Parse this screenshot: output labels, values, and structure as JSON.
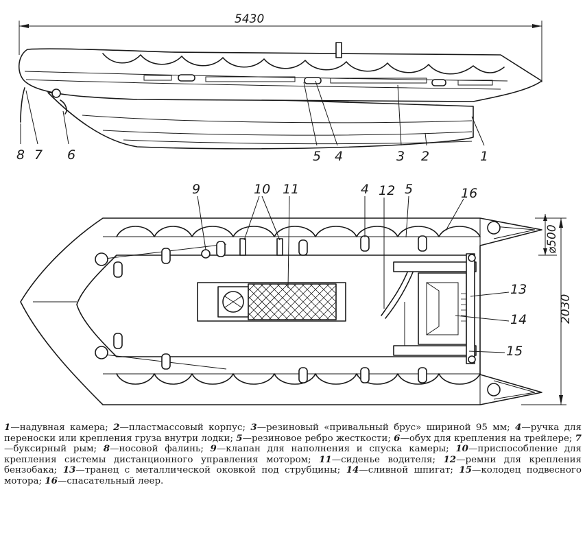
{
  "dimensions": {
    "length": "5430",
    "width": "2030",
    "tube_diameter": "⌀500"
  },
  "side_view_callouts": [
    "8",
    "7",
    "6",
    "5",
    "4",
    "3",
    "2",
    "1"
  ],
  "top_view_callouts": [
    "9",
    "10",
    "11",
    "4",
    "12",
    "5",
    "16",
    "13",
    "14",
    "15"
  ],
  "legend": [
    {
      "num": "1",
      "text": "надувная камера;"
    },
    {
      "num": "2",
      "text": "пластмассовый корпус;"
    },
    {
      "num": "3",
      "text": "резиновый «привальный брус» шириной 95 мм;"
    },
    {
      "num": "4",
      "text": "ручка для переноски или крепления груза внутри лодки;"
    },
    {
      "num": "5",
      "text": "резиновое ребро жесткости;"
    },
    {
      "num": "6",
      "text": "обух для крепления на трейлере;"
    },
    {
      "num": "7",
      "text": "буксирный рым;"
    },
    {
      "num": "8",
      "text": "носовой фалинь;"
    },
    {
      "num": "9",
      "text": "клапан для наполнения и спуска камеры;"
    },
    {
      "num": "10",
      "text": "приспособление для крепления системы дистанционного управления мотором;"
    },
    {
      "num": "11",
      "text": "сиденье водителя;"
    },
    {
      "num": "12",
      "text": "ремни для крепления бензобака;"
    },
    {
      "num": "13",
      "text": "транец с металлической оковкой под струбцины;"
    },
    {
      "num": "14",
      "text": "сливной шпигат;"
    },
    {
      "num": "15",
      "text": "колодец подвесного мотора;"
    },
    {
      "num": "16",
      "text": "спасательный леер."
    }
  ]
}
